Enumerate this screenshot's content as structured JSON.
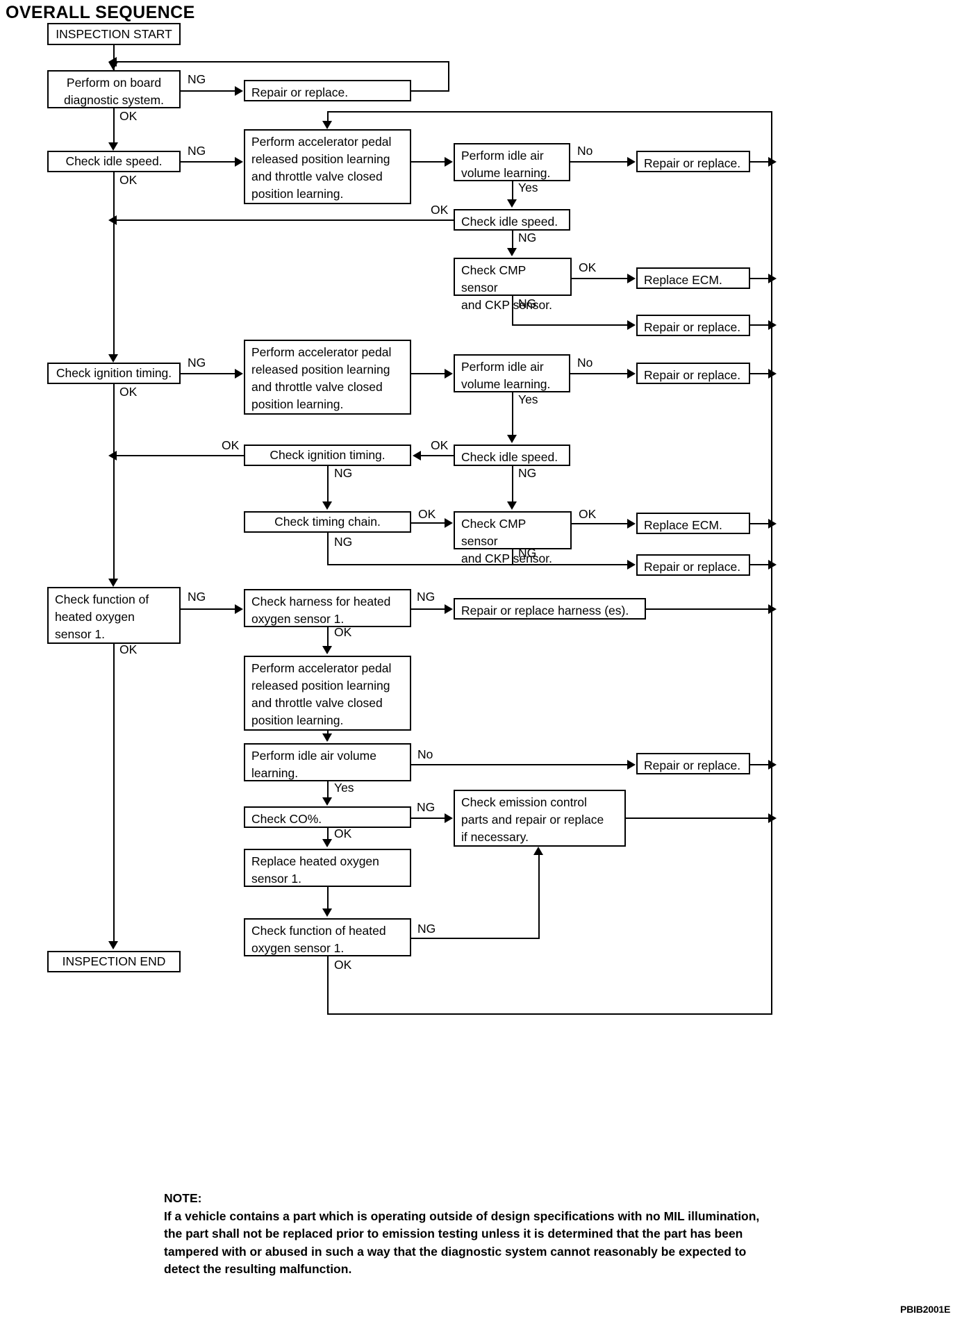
{
  "title": "OVERALL SEQUENCE",
  "figure_code": "PBIB2001E",
  "nodes": {
    "inspection_start": "INSPECTION START",
    "perform_obd": "Perform on board\ndiagnostic system.",
    "repair_replace_1": "Repair or replace.",
    "check_idle_speed_1": "Check idle speed.",
    "learn_block_1": "Perform accelerator pedal\nreleased position learning\nand throttle valve closed\nposition learning.",
    "idle_air_volume_1": "Perform idle air\nvolume learning.",
    "repair_replace_2": "Repair or replace.",
    "check_idle_speed_2": "Check idle speed.",
    "check_cmp_ckp_1": "Check CMP sensor\nand CKP sensor.",
    "replace_ecm_1": "Replace ECM.",
    "repair_replace_3": "Repair or replace.",
    "check_ignition_timing_1": "Check ignition timing.",
    "learn_block_2": "Perform accelerator pedal\nreleased position learning\nand throttle valve closed\nposition learning.",
    "idle_air_volume_2": "Perform idle air\nvolume learning.",
    "repair_replace_4": "Repair or replace.",
    "check_ignition_timing_2": "Check ignition timing.",
    "check_idle_speed_3": "Check idle speed.",
    "check_timing_chain": "Check timing chain.",
    "check_cmp_ckp_2": "Check CMP sensor\nand CKP sensor.",
    "replace_ecm_2": "Replace ECM.",
    "repair_replace_5": "Repair or replace.",
    "check_ho2s_function_1": "Check function of\nheated oxygen\nsensor 1.",
    "check_harness_ho2s": "Check harness for heated\noxygen sensor 1.",
    "repair_replace_harness": "Repair or replace harness (es).",
    "learn_block_3": "Perform accelerator pedal\nreleased position learning\nand throttle valve closed\nposition learning.",
    "idle_air_volume_3": "Perform idle air volume\nlearning.",
    "repair_replace_6": "Repair or replace.",
    "check_co": "Check CO%.",
    "check_emission": "Check emission control\nparts and repair or replace\nif necessary.",
    "replace_ho2s": "Replace heated oxygen\nsensor 1.",
    "check_ho2s_function_2": "Check function of heated\noxygen sensor 1.",
    "inspection_end": "INSPECTION END"
  },
  "edge_labels": {
    "obd_ng": "NG",
    "obd_ok": "OK",
    "idle1_ng": "NG",
    "idle1_ok": "OK",
    "iav1_no": "No",
    "iav1_yes": "Yes",
    "idle2_ok": "OK",
    "idle2_ng": "NG",
    "cmp1_ok": "OK",
    "cmp1_ng": "NG",
    "ign1_ng": "NG",
    "ign1_ok": "OK",
    "iav2_no": "No",
    "iav2_yes": "Yes",
    "idle3_ok": "OK",
    "idle3_ng": "NG",
    "ign2_ok": "OK",
    "ign2_ng": "NG",
    "chain_ok": "OK",
    "chain_ng": "NG",
    "cmp2_ok": "OK",
    "cmp2_ng": "NG",
    "ho2s1_ng": "NG",
    "ho2s1_ok": "OK",
    "harness_ng": "NG",
    "harness_ok": "OK",
    "iav3_no": "No",
    "iav3_yes": "Yes",
    "co_ng": "NG",
    "co_ok": "OK",
    "ho2s2_ng": "NG",
    "ho2s2_ok": "OK"
  },
  "note": {
    "heading": "NOTE:",
    "line1": "If a vehicle contains a part which is operating outside of design specifications with no MIL illumination,",
    "line2": "the part shall not be replaced prior to emission testing unless it is determined that the part has been",
    "line3": "tampered with or abused in such a way that the diagnostic system cannot reasonably be expected to",
    "line4": "detect the resulting malfunction."
  }
}
